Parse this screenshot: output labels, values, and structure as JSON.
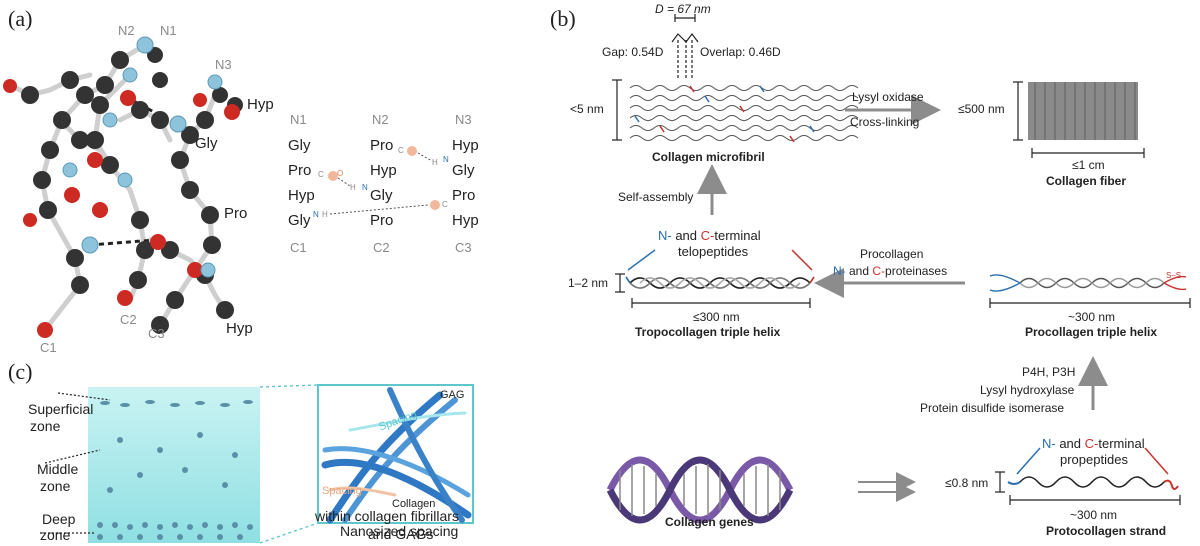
{
  "panels": {
    "a": {
      "label": "(a)",
      "chain_labels": [
        "N1",
        "N2",
        "N3",
        "C1",
        "C2",
        "C3"
      ],
      "residue_labels": [
        "Gly",
        "Pro",
        "Hyp",
        "Hyp"
      ],
      "table": {
        "headers": [
          "N1",
          "N2",
          "N3"
        ],
        "footers": [
          "C1",
          "C2",
          "C3"
        ],
        "col1": [
          "Gly",
          "Pro",
          "Hyp",
          "Gly"
        ],
        "col2": [
          "Pro",
          "Hyp",
          "Gly",
          "Pro"
        ],
        "col3": [
          "Hyp",
          "Gly",
          "Pro",
          "Hyp"
        ],
        "bond_c": "C",
        "bond_o": "O",
        "bond_h": "H",
        "bond_n": "N"
      }
    },
    "b": {
      "label": "(b)",
      "d_period": "D = 67 nm",
      "gap": "Gap: 0.54D",
      "overlap": "Overlap: 0.46D",
      "microfibril_height": "<5 nm",
      "microfibril_title": "Collagen microfibril",
      "crosslink_line1": "Lysyl oxidase",
      "crosslink_line2": "Cross-linking",
      "fiber_height": "≤500 nm",
      "fiber_length": "≤1 cm",
      "fiber_title": "Collagen fiber",
      "self_assembly": "Self-assembly",
      "telo_line1_n": "N-",
      "telo_line1_and": " and ",
      "telo_line1_c": "C-",
      "telo_line1_rest": "terminal",
      "telo_line2": "telopeptides",
      "tropo_height": "1–2 nm",
      "tropo_length": "≤300 nm",
      "tropo_title": "Tropocollagen triple helix",
      "procollagen_line1": "Procollagen",
      "proteinase_n": "N-",
      "proteinase_and": " and ",
      "proteinase_c": "C-",
      "proteinase_rest": "proteinases",
      "procoll_length": "~300 nm",
      "procoll_title": "Procollagen triple helix",
      "enzyme_1": "P4H, P3H",
      "enzyme_2": "Lysyl hydroxylase",
      "enzyme_3": "Protein disulfide isomerase",
      "propep_line1_n": "N-",
      "propep_line1_and": " and ",
      "propep_line1_c": "C-",
      "propep_line1_rest": "terminal",
      "propep_line2": "propeptides",
      "strand_height": "≤0.8 nm",
      "strand_length": "~300 nm",
      "strand_title": "Protocollagen strand",
      "genes_title": "Collagen genes",
      "ss_label": "S–S"
    },
    "c": {
      "label": "(c)",
      "zone_superficial_1": "Superficial",
      "zone_superficial_2": "zone",
      "zone_middle_1": "Middle",
      "zone_middle_2": "zone",
      "zone_deep_1": "Deep",
      "zone_deep_2": "zone",
      "gag": "GAG",
      "spacing_1": "Spacing",
      "spacing_2": "Spacing",
      "collagen": "Collagen",
      "caption_1": "Nanosized spacing",
      "caption_2": "within collagen fibrillars",
      "caption_3": "and GAGs"
    }
  },
  "colors": {
    "atom_carbon": "#333333",
    "atom_oxygen": "#cc2a22",
    "atom_nitrogen": "#8ec3dc",
    "strand_blue": "#2a6fb0",
    "strand_red": "#c8322d",
    "arrow_grey": "#8c8c8c",
    "cartilage": "#bdeef0",
    "fibril_blue": "#2f78c4",
    "gene_purple": "#7a5aa8"
  }
}
